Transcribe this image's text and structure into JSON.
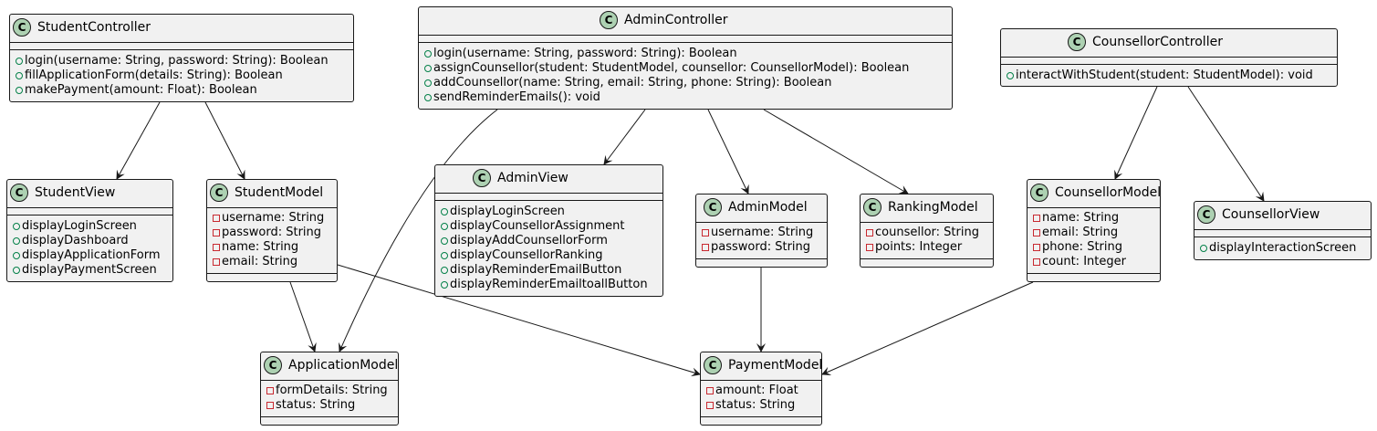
{
  "classes": [
    {
      "id": "student_controller",
      "name": "StudentController",
      "attributes": [],
      "methods": [
        {
          "vis": "public",
          "text": "login(username: String, password: String): Boolean"
        },
        {
          "vis": "public",
          "text": "fillApplicationForm(details: String): Boolean"
        },
        {
          "vis": "public",
          "text": "makePayment(amount: Float): Boolean"
        }
      ]
    },
    {
      "id": "admin_controller",
      "name": "AdminController",
      "attributes": [],
      "methods": [
        {
          "vis": "public",
          "text": "login(username: String, password: String): Boolean"
        },
        {
          "vis": "public",
          "text": "assignCounsellor(student: StudentModel, counsellor: CounsellorModel): Boolean"
        },
        {
          "vis": "public",
          "text": "addCounsellor(name: String, email: String, phone: String): Boolean"
        },
        {
          "vis": "public",
          "text": "sendReminderEmails(): void"
        }
      ]
    },
    {
      "id": "counsellor_controller",
      "name": "CounsellorController",
      "attributes": [],
      "methods": [
        {
          "vis": "public",
          "text": "interactWithStudent(student: StudentModel): void"
        }
      ]
    },
    {
      "id": "student_view",
      "name": "StudentView",
      "attributes": [],
      "methods": [
        {
          "vis": "public",
          "text": "displayLoginScreen"
        },
        {
          "vis": "public",
          "text": "displayDashboard"
        },
        {
          "vis": "public",
          "text": "displayApplicationForm"
        },
        {
          "vis": "public",
          "text": "displayPaymentScreen"
        }
      ]
    },
    {
      "id": "student_model",
      "name": "StudentModel",
      "attributes": [
        {
          "vis": "private",
          "text": "username: String"
        },
        {
          "vis": "private",
          "text": "password: String"
        },
        {
          "vis": "private",
          "text": "name: String"
        },
        {
          "vis": "private",
          "text": "email: String"
        }
      ],
      "methods": []
    },
    {
      "id": "admin_view",
      "name": "AdminView",
      "attributes": [],
      "methods": [
        {
          "vis": "public",
          "text": "displayLoginScreen"
        },
        {
          "vis": "public",
          "text": "displayCounsellorAssignment"
        },
        {
          "vis": "public",
          "text": "displayAddCounsellorForm"
        },
        {
          "vis": "public",
          "text": "displayCounsellorRanking"
        },
        {
          "vis": "public",
          "text": "displayReminderEmailButton"
        },
        {
          "vis": "public",
          "text": "displayReminderEmailtoallButton"
        }
      ]
    },
    {
      "id": "admin_model",
      "name": "AdminModel",
      "attributes": [
        {
          "vis": "private",
          "text": "username: String"
        },
        {
          "vis": "private",
          "text": "password: String"
        }
      ],
      "methods": []
    },
    {
      "id": "ranking_model",
      "name": "RankingModel",
      "attributes": [
        {
          "vis": "private",
          "text": "counsellor: String"
        },
        {
          "vis": "private",
          "text": "points: Integer"
        }
      ],
      "methods": []
    },
    {
      "id": "counsellor_model",
      "name": "CounsellorModel",
      "attributes": [
        {
          "vis": "private",
          "text": "name: String"
        },
        {
          "vis": "private",
          "text": "email: String"
        },
        {
          "vis": "private",
          "text": "phone: String"
        },
        {
          "vis": "private",
          "text": "count: Integer"
        }
      ],
      "methods": []
    },
    {
      "id": "counsellor_view",
      "name": "CounsellorView",
      "attributes": [],
      "methods": [
        {
          "vis": "public",
          "text": "displayInteractionScreen"
        }
      ]
    },
    {
      "id": "application_model",
      "name": "ApplicationModel",
      "attributes": [
        {
          "vis": "private",
          "text": "formDetails: String"
        },
        {
          "vis": "private",
          "text": "status: String"
        }
      ],
      "methods": []
    },
    {
      "id": "payment_model",
      "name": "PaymentModel",
      "attributes": [
        {
          "vis": "private",
          "text": "amount: Float"
        },
        {
          "vis": "private",
          "text": "status: String"
        }
      ],
      "methods": []
    }
  ],
  "relations": [
    {
      "from": "student_controller",
      "to": "student_view"
    },
    {
      "from": "student_controller",
      "to": "student_model"
    },
    {
      "from": "admin_controller",
      "to": "application_model"
    },
    {
      "from": "admin_controller",
      "to": "admin_view"
    },
    {
      "from": "admin_controller",
      "to": "admin_model"
    },
    {
      "from": "admin_controller",
      "to": "ranking_model"
    },
    {
      "from": "counsellor_controller",
      "to": "counsellor_model"
    },
    {
      "from": "counsellor_controller",
      "to": "counsellor_view"
    },
    {
      "from": "student_model",
      "to": "application_model"
    },
    {
      "from": "student_model",
      "to": "payment_model"
    },
    {
      "from": "admin_model",
      "to": "payment_model"
    },
    {
      "from": "counsellor_model",
      "to": "payment_model"
    }
  ],
  "colors": {
    "class_fill": "#f1f1f1",
    "border": "#181818",
    "class_badge": "#add1b2",
    "public_marker": "#038048",
    "private_marker": "#c82930"
  }
}
